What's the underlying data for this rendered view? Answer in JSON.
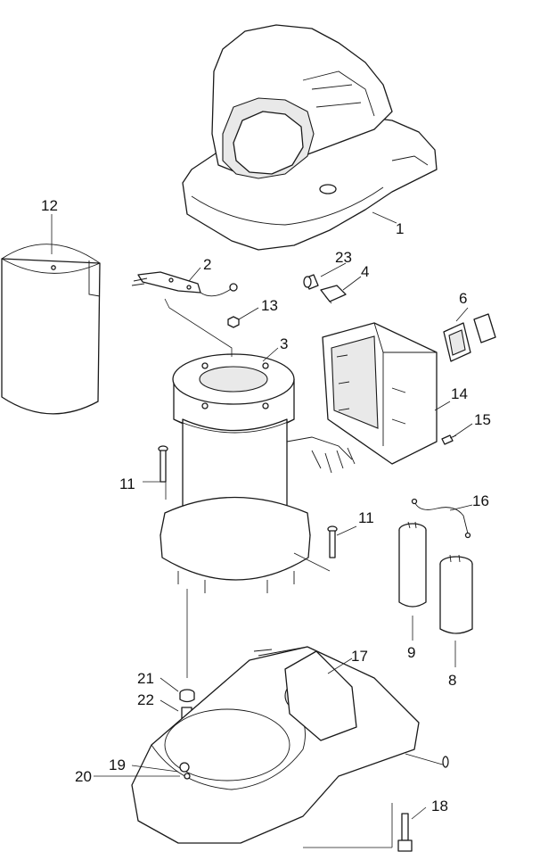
{
  "callouts": [
    {
      "id": "c1",
      "text": "1"
    },
    {
      "id": "c2",
      "text": "2"
    },
    {
      "id": "c3",
      "text": "3"
    },
    {
      "id": "c4",
      "text": "4"
    },
    {
      "id": "c6",
      "text": "6"
    },
    {
      "id": "c8",
      "text": "8"
    },
    {
      "id": "c9",
      "text": "9"
    },
    {
      "id": "c11a",
      "text": "11"
    },
    {
      "id": "c11b",
      "text": "11"
    },
    {
      "id": "c12",
      "text": "12"
    },
    {
      "id": "c13",
      "text": "13"
    },
    {
      "id": "c14",
      "text": "14"
    },
    {
      "id": "c15",
      "text": "15"
    },
    {
      "id": "c16",
      "text": "16"
    },
    {
      "id": "c17",
      "text": "17"
    },
    {
      "id": "c18",
      "text": "18"
    },
    {
      "id": "c19",
      "text": "19"
    },
    {
      "id": "c20",
      "text": "20"
    },
    {
      "id": "c21",
      "text": "21"
    },
    {
      "id": "c22",
      "text": "22"
    },
    {
      "id": "c23",
      "text": "23"
    }
  ]
}
